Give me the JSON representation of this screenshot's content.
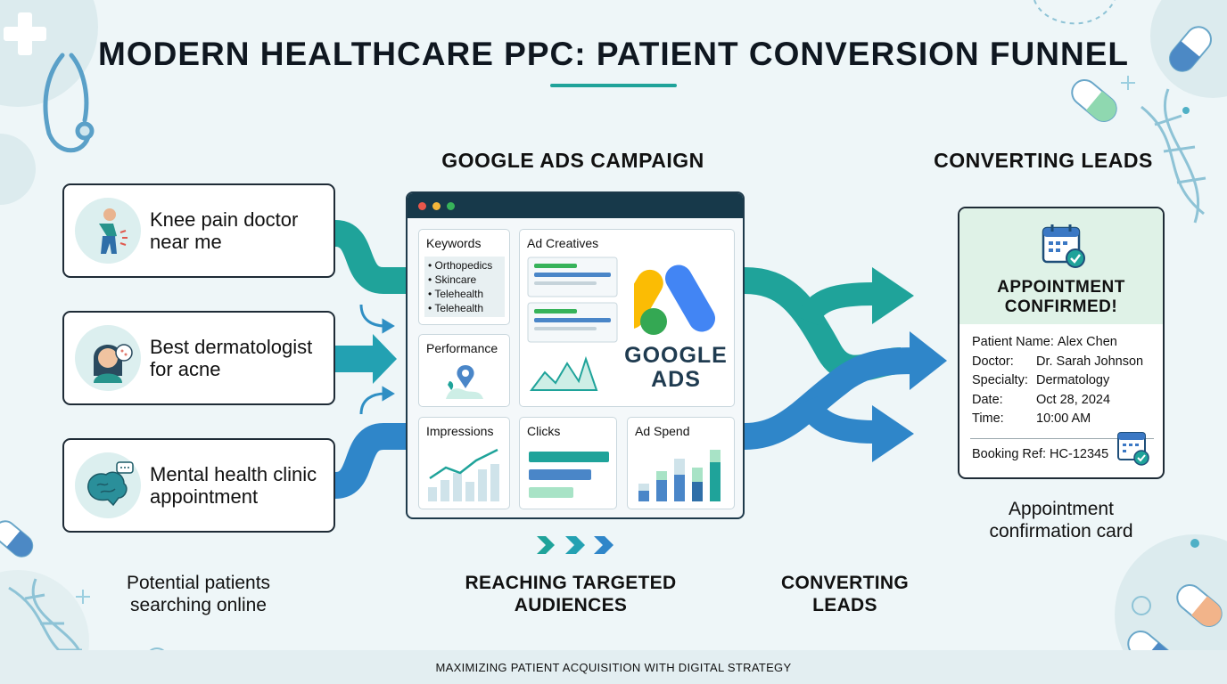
{
  "title": "MODERN HEALTHCARE PPC: PATIENT CONVERSION FUNNEL",
  "sections": {
    "campaign_heading": "GOOGLE ADS CAMPAIGN",
    "leads_heading": "CONVERTING LEADS"
  },
  "queries": [
    {
      "text": "Knee pain doctor near me",
      "icon": "knee-pain-person-icon"
    },
    {
      "text": "Best dermatologist for acne",
      "icon": "dermatology-face-icon"
    },
    {
      "text": "Mental health clinic appointment",
      "icon": "brain-chat-icon"
    }
  ],
  "captions": {
    "left": "Potential patients searching online",
    "middle": "REACHING TARGETED AUDIENCES",
    "right_middle": "CONVERTING LEADS",
    "card": "Appointment confirmation card"
  },
  "dashboard": {
    "keywords_title": "Keywords",
    "keywords": [
      "Orthopedics",
      "Skincare",
      "Telehealth",
      "Telehealth"
    ],
    "ad_creatives_title": "Ad Creatives",
    "performance_title": "Performance",
    "impressions_title": "Impressions",
    "clicks_title": "Clicks",
    "ad_spend_title": "Ad Spend",
    "brand_line1": "GOOGLE",
    "brand_line2": "ADS"
  },
  "card": {
    "heading_line1": "APPOINTMENT",
    "heading_line2": "CONFIRMED!",
    "fields": [
      {
        "label": "Patient Name:",
        "value": "Alex Chen"
      },
      {
        "label": "Doctor:",
        "value": "Dr. Sarah Johnson"
      },
      {
        "label": "Specialty:",
        "value": "Dermatology"
      },
      {
        "label": "Date:",
        "value": "Oct 28, 2024"
      },
      {
        "label": "Time:",
        "value": "10:00 AM"
      }
    ],
    "booking": "Booking Ref: HC-12345"
  },
  "footer": "MAXIMIZING PATIENT ACQUISITION WITH DIGITAL STRATEGY",
  "colors": {
    "teal": "#1fa39a",
    "blue": "#2f86c9",
    "navy": "#17394a",
    "google_blue": "#4285f4",
    "google_yellow": "#fbbc04",
    "google_green": "#34a853"
  }
}
